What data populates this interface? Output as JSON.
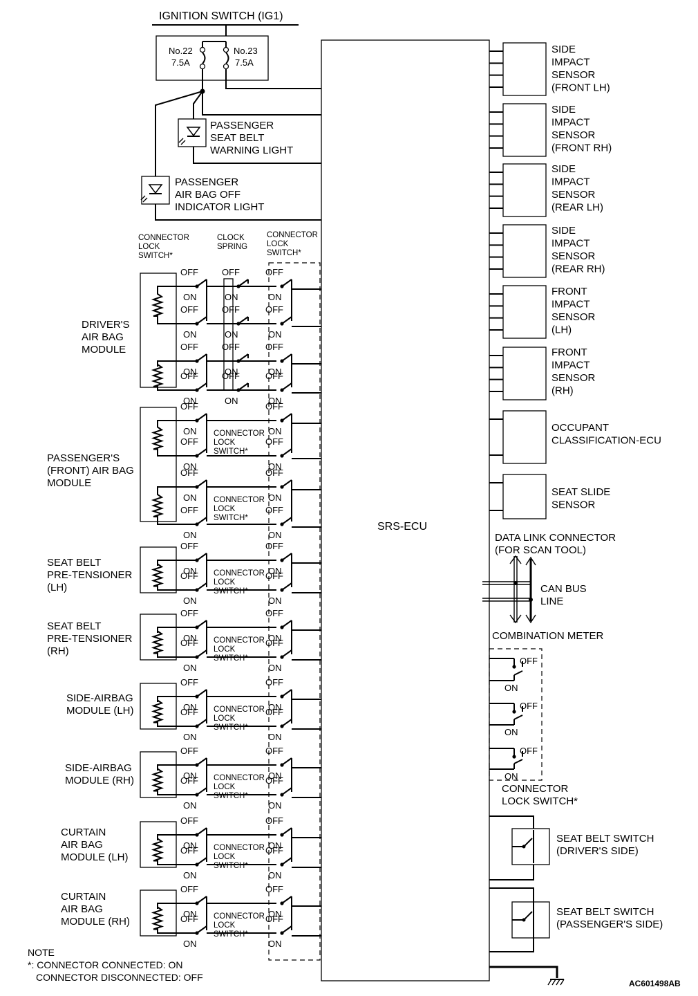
{
  "title": "IGNITION SWITCH (IG1)",
  "fuses": [
    {
      "number": "No.22",
      "rating": "7.5A"
    },
    {
      "number": "No.23",
      "rating": "7.5A"
    }
  ],
  "ecu_label": "SRS-ECU",
  "lights": [
    {
      "name": "passenger-seat-belt-warning-light",
      "lines": [
        "PASSENGER",
        "SEAT BELT",
        "WARNING LIGHT"
      ]
    },
    {
      "name": "passenger-air-bag-off-indicator-light",
      "lines": [
        "PASSENGER",
        "AIR BAG OFF",
        "INDICATOR LIGHT"
      ]
    }
  ],
  "column_headers": [
    {
      "name": "left-connector-lock-switch",
      "lines": [
        "CONNECTOR",
        "LOCK",
        "SWITCH*"
      ]
    },
    {
      "name": "clock-spring",
      "lines": [
        "CLOCK",
        "SPRING"
      ]
    },
    {
      "name": "right-connector-lock-switch",
      "lines": [
        "CONNECTOR",
        "LOCK",
        "SWITCH*"
      ]
    }
  ],
  "switch_states": {
    "off": "OFF",
    "on": "ON"
  },
  "inner_switch_label": [
    "CONNECTOR",
    "LOCK",
    "SWITCH*"
  ],
  "modules": [
    {
      "name": "drivers-air-bag-module",
      "lines": [
        "DRIVER'S",
        "AIR BAG",
        "MODULE"
      ]
    },
    {
      "name": "passengers-front-air-bag-module",
      "lines": [
        "PASSENGER'S",
        "(FRONT) AIR BAG",
        "MODULE"
      ]
    },
    {
      "name": "seat-belt-pre-tensioner-lh",
      "lines": [
        "SEAT BELT",
        "PRE-TENSIONER",
        "(LH)"
      ]
    },
    {
      "name": "seat-belt-pre-tensioner-rh",
      "lines": [
        "SEAT BELT",
        "PRE-TENSIONER",
        "(RH)"
      ]
    },
    {
      "name": "side-airbag-module-lh",
      "lines": [
        "SIDE-AIRBAG",
        "MODULE (LH)"
      ]
    },
    {
      "name": "side-airbag-module-rh",
      "lines": [
        "SIDE-AIRBAG",
        "MODULE (RH)"
      ]
    },
    {
      "name": "curtain-air-bag-module-lh",
      "lines": [
        "CURTAIN",
        "AIR BAG",
        "MODULE (LH)"
      ]
    },
    {
      "name": "curtain-air-bag-module-rh",
      "lines": [
        "CURTAIN",
        "AIR BAG",
        "MODULE (RH)"
      ]
    }
  ],
  "sensors": [
    {
      "name": "side-impact-sensor-front-lh",
      "lines": [
        "SIDE",
        "IMPACT",
        "SENSOR",
        "(FRONT LH)"
      ]
    },
    {
      "name": "side-impact-sensor-front-rh",
      "lines": [
        "SIDE",
        "IMPACT",
        "SENSOR",
        "(FRONT RH)"
      ]
    },
    {
      "name": "side-impact-sensor-rear-lh",
      "lines": [
        "SIDE",
        "IMPACT",
        "SENSOR",
        "(REAR LH)"
      ]
    },
    {
      "name": "side-impact-sensor-rear-rh",
      "lines": [
        "SIDE",
        "IMPACT",
        "SENSOR",
        "(REAR RH)"
      ]
    },
    {
      "name": "front-impact-sensor-lh",
      "lines": [
        "FRONT",
        "IMPACT",
        "SENSOR",
        "(LH)"
      ]
    },
    {
      "name": "front-impact-sensor-rh",
      "lines": [
        "FRONT",
        "IMPACT",
        "SENSOR",
        "(RH)"
      ]
    },
    {
      "name": "occupant-classification-ecu",
      "lines": [
        "OCCUPANT",
        "CLASSIFICATION-ECU"
      ]
    },
    {
      "name": "seat-slide-sensor",
      "lines": [
        "SEAT SLIDE",
        "SENSOR"
      ]
    }
  ],
  "data_link": [
    "DATA LINK CONNECTOR",
    "(FOR SCAN TOOL)"
  ],
  "can_bus": [
    "CAN BUS",
    "LINE"
  ],
  "combination_meter": "COMBINATION METER",
  "right_connector_lock": [
    "CONNECTOR",
    "LOCK SWITCH*"
  ],
  "seat_belt_switches": [
    {
      "name": "seat-belt-switch-drivers-side",
      "lines": [
        "SEAT BELT SWITCH",
        "(DRIVER'S SIDE)"
      ]
    },
    {
      "name": "seat-belt-switch-passengers-side",
      "lines": [
        "SEAT BELT SWITCH",
        "(PASSENGER'S SIDE)"
      ]
    }
  ],
  "note": [
    "NOTE",
    "*: CONNECTOR CONNECTED: ON",
    "CONNECTOR DISCONNECTED: OFF"
  ],
  "figure_code": "AC601498AB"
}
